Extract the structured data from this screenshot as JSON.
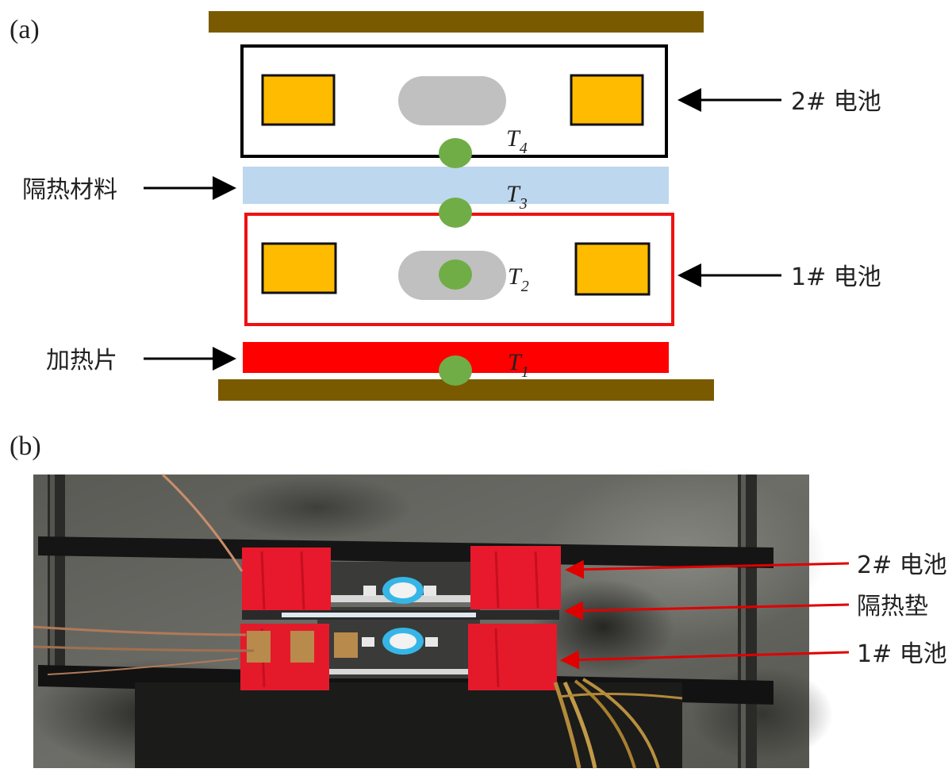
{
  "panel_a": {
    "label": "(a)",
    "battery_2_label": "2# 电池",
    "battery_1_label": "1# 电池",
    "insulation_label": "隔热材料",
    "heater_label": "加热片",
    "sensors": [
      {
        "symbol": "T",
        "sub": "4"
      },
      {
        "symbol": "T",
        "sub": "3"
      },
      {
        "symbol": "T",
        "sub": "2"
      },
      {
        "symbol": "T",
        "sub": "1"
      }
    ],
    "colors": {
      "clamp_plate": "#7a5a00",
      "battery_2_frame": "#000000",
      "battery_1_frame": "#ee1111",
      "terminal": "#ffbb00",
      "vent": "#c0c0c0",
      "insulation": "#bdd7ee",
      "heater": "#ff0000",
      "sensor": "#70ad47"
    }
  },
  "panel_b": {
    "label": "(b)",
    "battery_2_label": "2# 电池",
    "insulation_pad_label": "隔热垫",
    "battery_1_label": "1# 电池",
    "arrow_color": "#e00000"
  }
}
